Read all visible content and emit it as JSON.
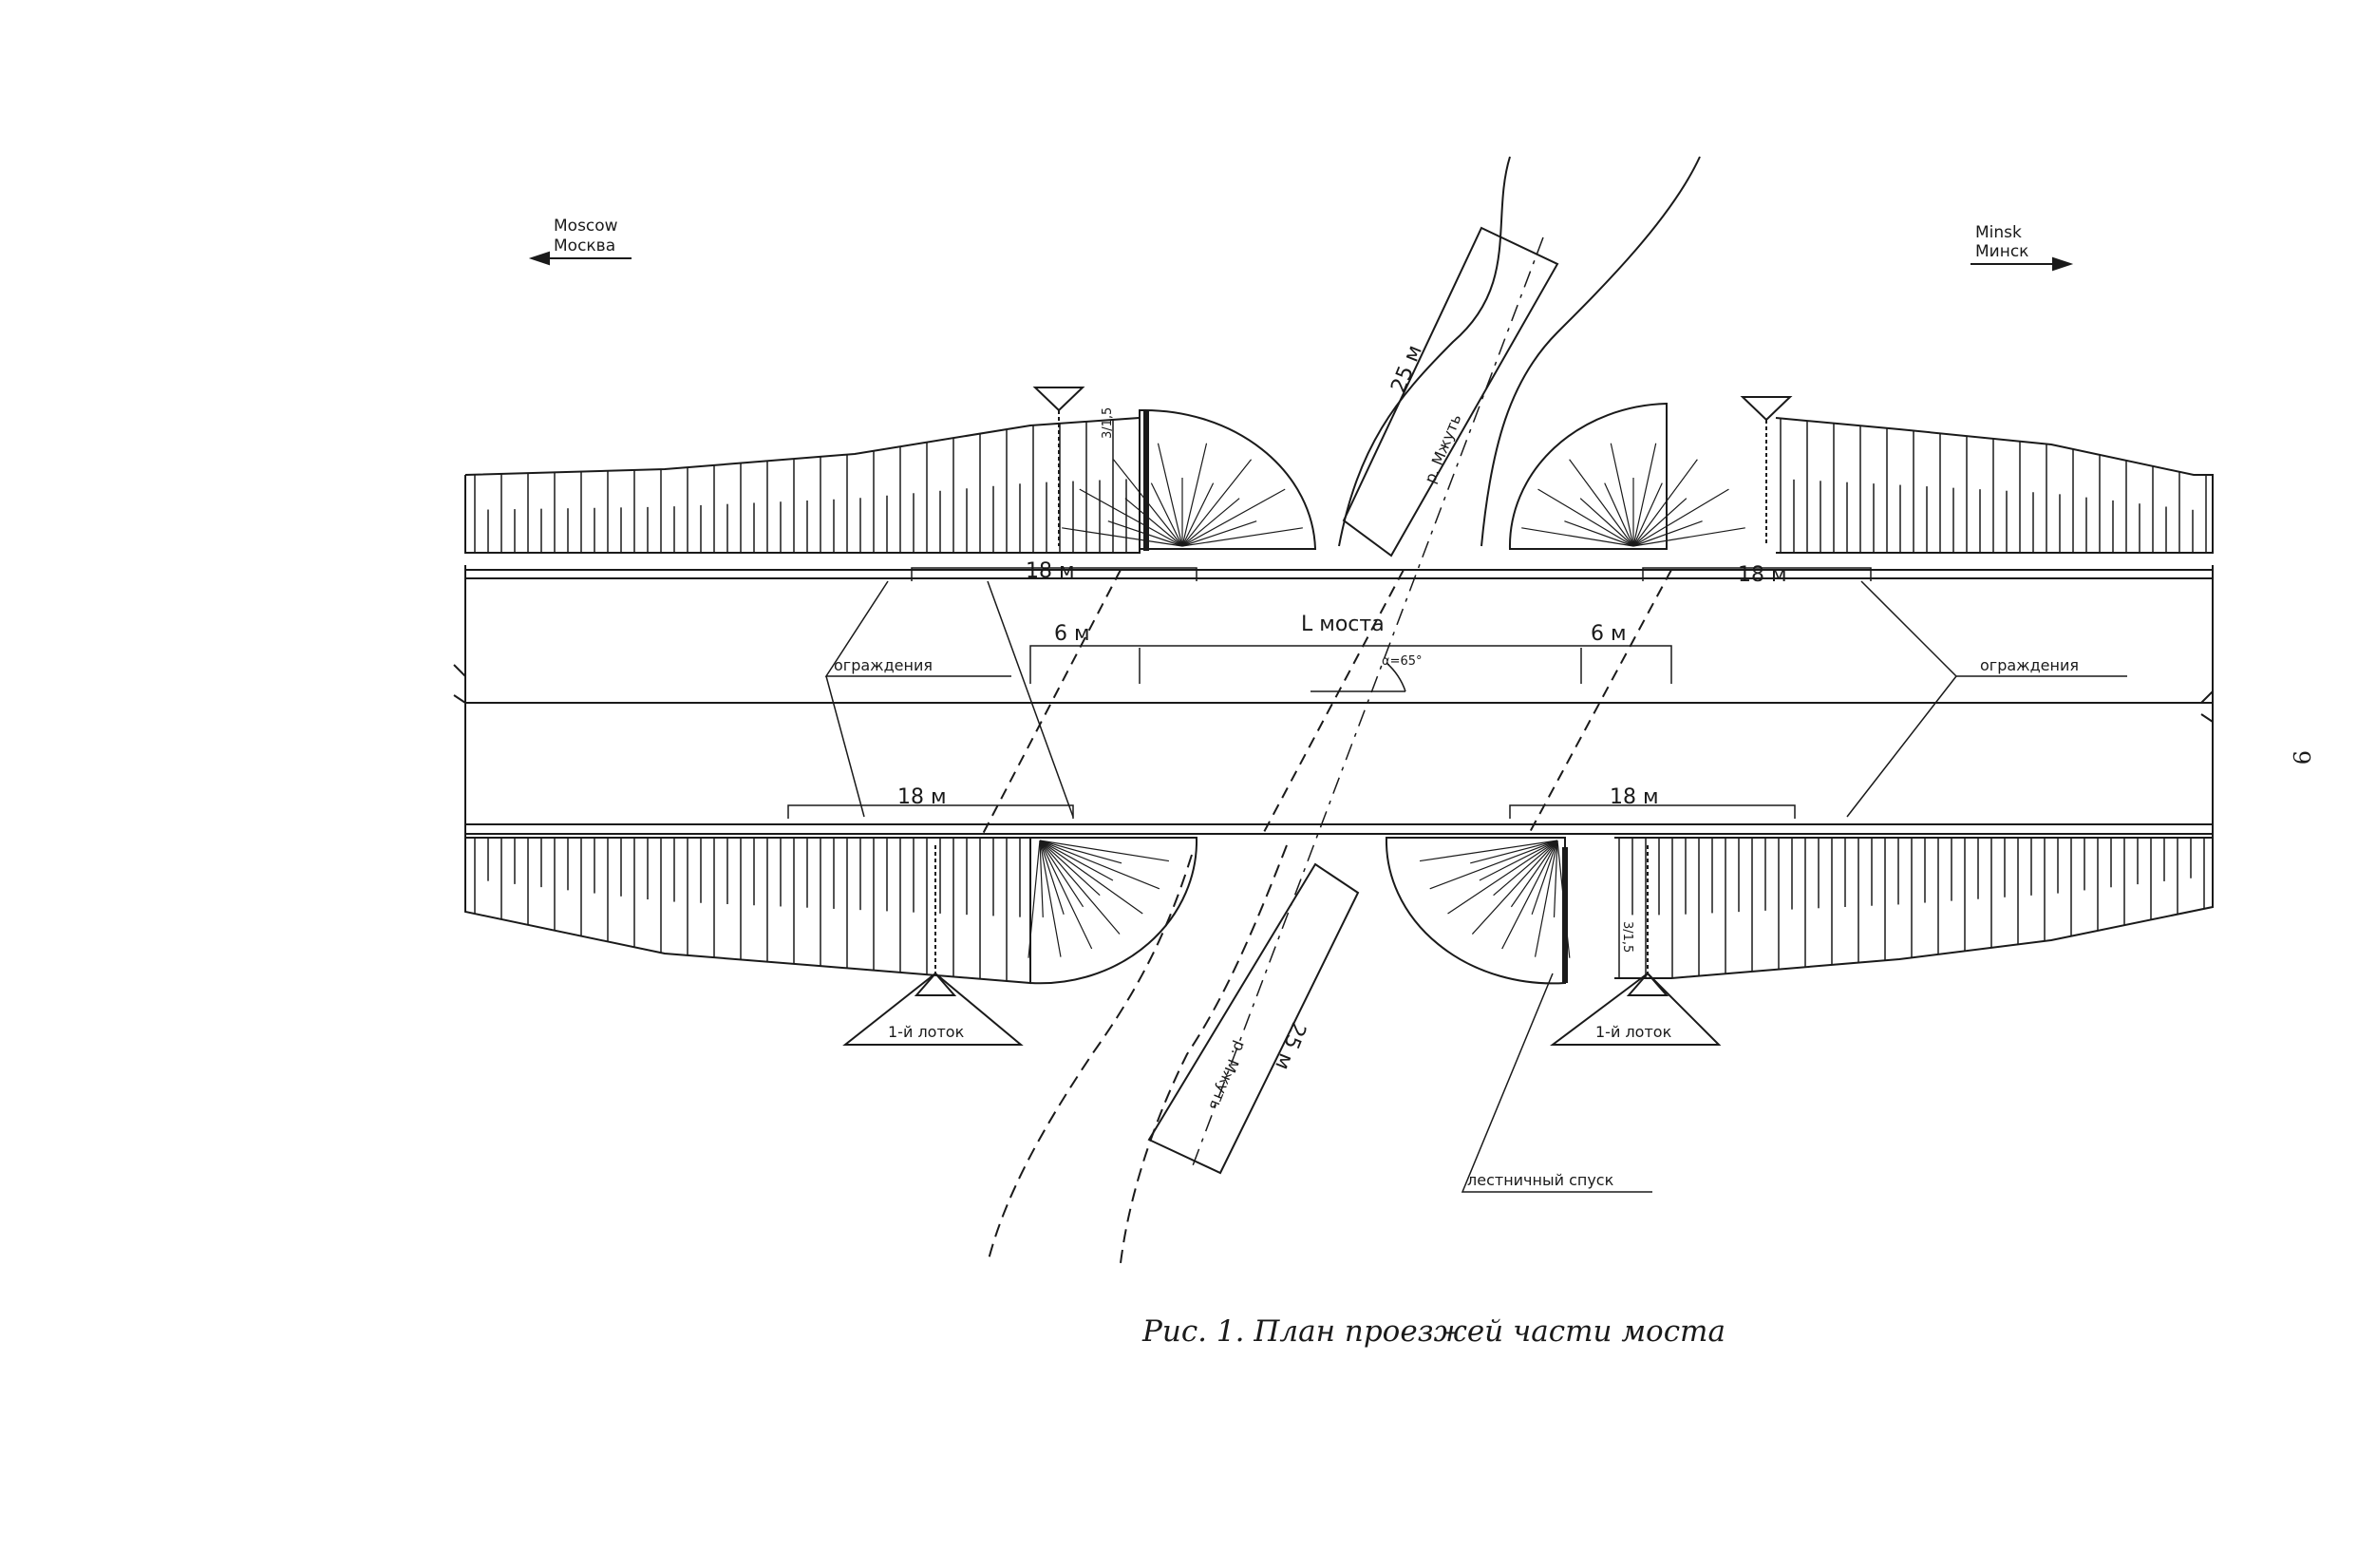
{
  "directions": {
    "left_en": "Moscow",
    "left_ru": "Москва",
    "right_en": "Minsk",
    "right_ru": "Минск"
  },
  "river": {
    "name_top": "р. Мжуть",
    "name_bottom": "р. Мжуть",
    "width_top": "25 м",
    "width_bottom": "25 м"
  },
  "dimensions": {
    "top_left": "18 м",
    "top_right": "18 м",
    "bottom_left": "18 м",
    "bottom_right": "18 м",
    "approach_left": "6 м",
    "approach_right": "6 м",
    "bridge_length": "L моста",
    "skew_angle": "α=65°",
    "slope_code_top": "3/1,5",
    "slope_code_bottom": "3/1,5"
  },
  "labels": {
    "guard_left": "ограждения",
    "guard_right": "ограждения",
    "tray_left": "1-й лоток",
    "tray_right": "1-й лоток",
    "stair": "лестничный спуск"
  },
  "caption": "Рис. 1. План проезжей части моста",
  "page_number": "9"
}
